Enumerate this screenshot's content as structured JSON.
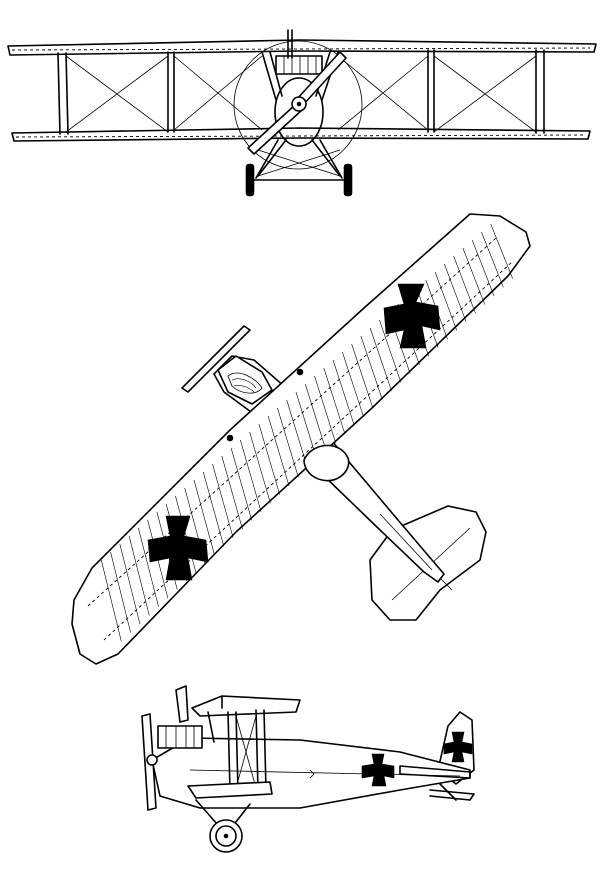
{
  "drawing": {
    "subject": "",
    "colors": {
      "line": "#000000",
      "paper": "#ffffff"
    },
    "views": [
      {
        "name": "front-view"
      },
      {
        "name": "top-view"
      },
      {
        "name": "side-view"
      }
    ],
    "markings": {
      "insignia": "cross-pattee-icon",
      "count": 4
    }
  }
}
